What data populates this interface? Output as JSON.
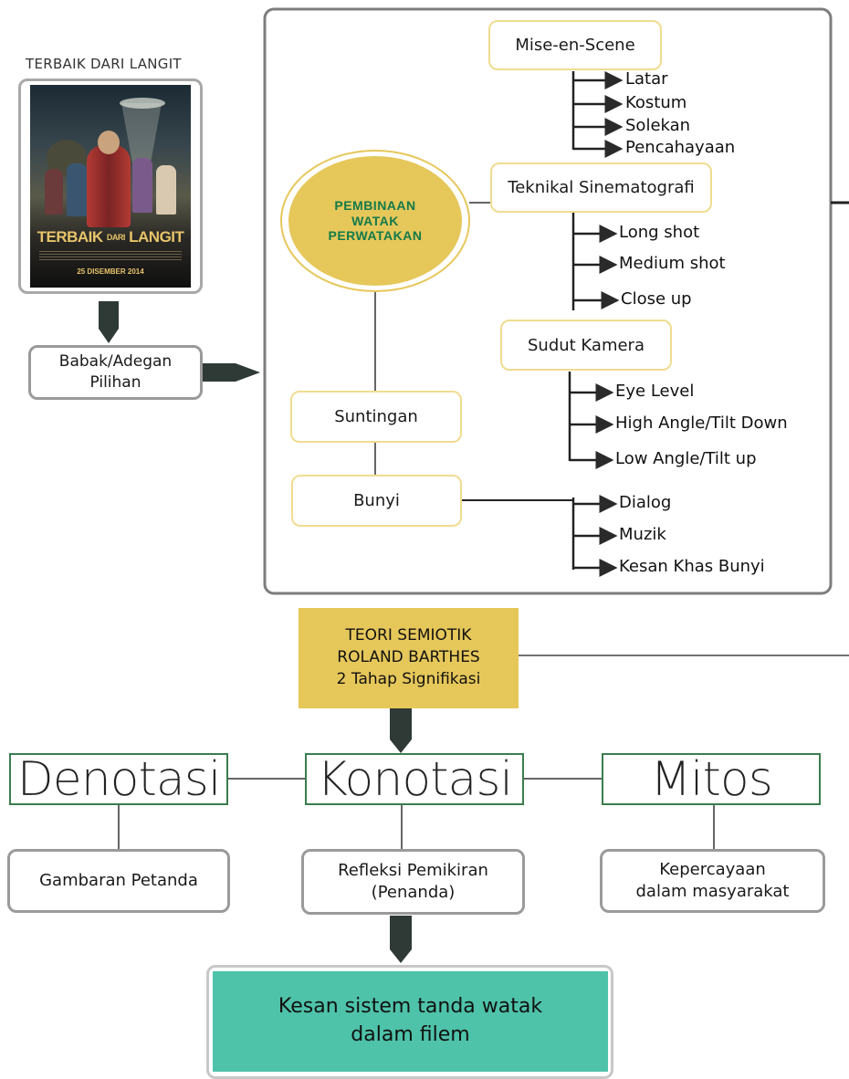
{
  "poster": {
    "caption": "TERBAIK DARI LANGIT",
    "title_line1": "TERBAIK",
    "title_dari": "DARI",
    "title_line2": "LANGIT",
    "date": "25 DISEMBER 2014"
  },
  "babak": "Babak/Adegan Pilihan",
  "center": {
    "line1": "PEMBINAAN",
    "line2": "WATAK",
    "line3": "PERWATAKAN"
  },
  "mise": {
    "label": "Mise-en-Scene",
    "items": [
      "Latar",
      "Kostum",
      "Solekan",
      "Pencahayaan"
    ]
  },
  "teknikal": {
    "label": "Teknikal Sinematografi",
    "items": [
      "Long shot",
      "Medium shot",
      "Close up"
    ]
  },
  "sudut": {
    "label": "Sudut Kamera",
    "items": [
      "Eye Level",
      "High Angle/Tilt Down",
      "Low Angle/Tilt up"
    ]
  },
  "suntingan": {
    "label": "Suntingan"
  },
  "bunyi": {
    "label": "Bunyi",
    "items": [
      "Dialog",
      "Muzik",
      "Kesan Khas Bunyi"
    ]
  },
  "teori": {
    "line1": "TEORI SEMIOTIK",
    "line2": "ROLAND BARTHES",
    "line3": "2 Tahap Signifikasi"
  },
  "levels": [
    {
      "title": "Denotasi",
      "desc_line1": "Gambaran Petanda",
      "desc_line2": ""
    },
    {
      "title": "Konotasi",
      "desc_line1": "Refleksi Pemikiran",
      "desc_line2": "(Penanda)"
    },
    {
      "title": "Mitos",
      "desc_line1": "Kepercayaan",
      "desc_line2": "dalam masyarakat"
    }
  ],
  "result": {
    "line1": "Kesan sistem tanda watak",
    "line2": "dalam filem"
  },
  "colors": {
    "gold": "#e6c75a",
    "teal": "#4ec3a9",
    "dark": "#2f3a36",
    "green_border": "#3b7d4e"
  }
}
